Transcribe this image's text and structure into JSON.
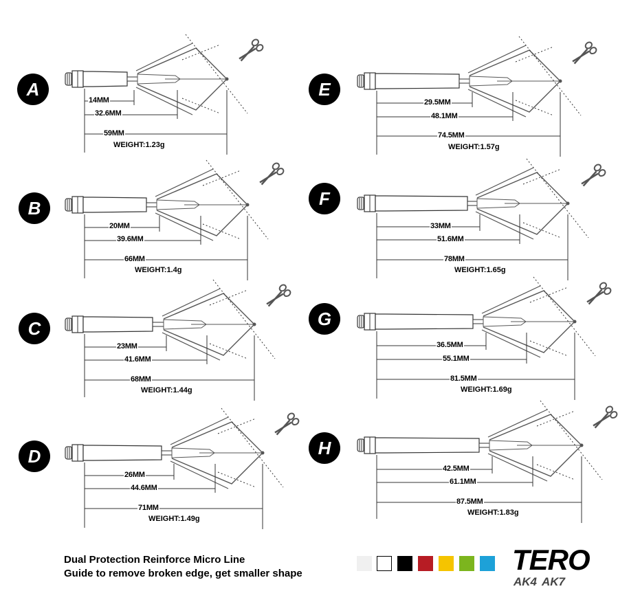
{
  "variants": [
    {
      "label": "A",
      "d1": "14MM",
      "d2": "32.6MM",
      "d3": "59MM",
      "weight": "WEIGHT:1.23g"
    },
    {
      "label": "B",
      "d1": "20MM",
      "d2": "39.6MM",
      "d3": "66MM",
      "weight": "WEIGHT:1.4g"
    },
    {
      "label": "C",
      "d1": "23MM",
      "d2": "41.6MM",
      "d3": "68MM",
      "weight": "WEIGHT:1.44g"
    },
    {
      "label": "D",
      "d1": "26MM",
      "d2": "44.6MM",
      "d3": "71MM",
      "weight": "WEIGHT:1.49g"
    },
    {
      "label": "E",
      "d1": "29.5MM",
      "d2": "48.1MM",
      "d3": "74.5MM",
      "weight": "WEIGHT:1.57g"
    },
    {
      "label": "F",
      "d1": "33MM",
      "d2": "51.6MM",
      "d3": "78MM",
      "weight": "WEIGHT:1.65g"
    },
    {
      "label": "G",
      "d1": "36.5MM",
      "d2": "55.1MM",
      "d3": "81.5MM",
      "weight": "WEIGHT:1.69g"
    },
    {
      "label": "H",
      "d1": "42.5MM",
      "d2": "61.1MM",
      "d3": "87.5MM",
      "weight": "WEIGHT:1.83g"
    }
  ],
  "footer": {
    "line1": "Dual Protection Reinforce Micro Line",
    "line2": "Guide to remove broken edge, get smaller shape"
  },
  "swatches": [
    "#f0f0f0",
    "#ffffff",
    "#000000",
    "#b71c24",
    "#f5c400",
    "#7cb51e",
    "#1da1d8"
  ],
  "brand": {
    "logo": "TERO",
    "sub1": "AK4",
    "sub2": "AK7"
  }
}
